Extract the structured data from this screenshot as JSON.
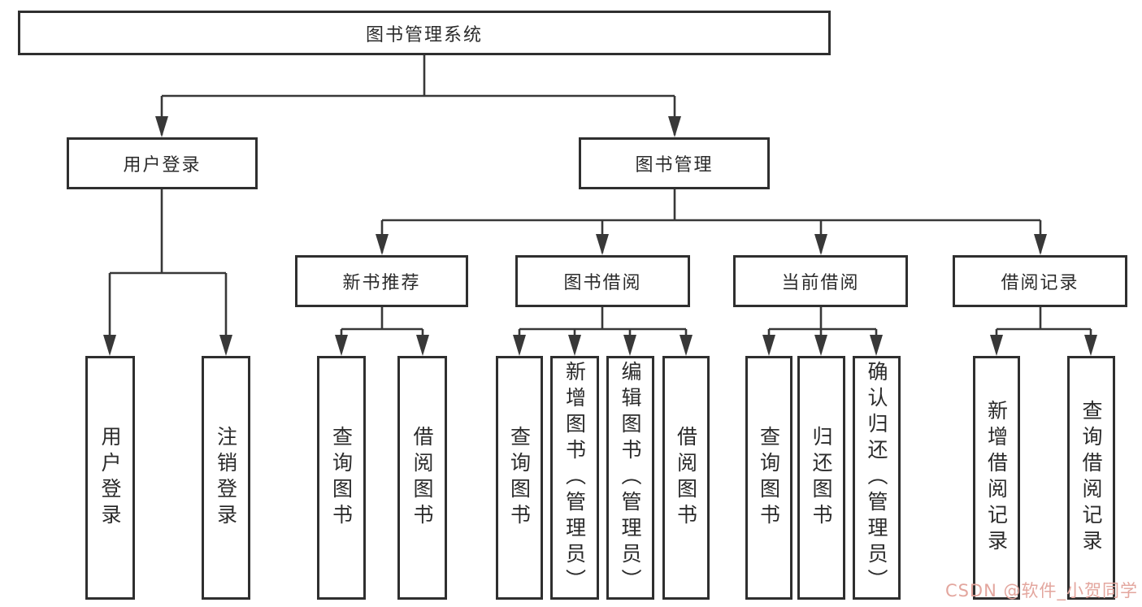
{
  "diagram": {
    "root": "图书管理系统",
    "children": [
      {
        "label": "用户登录",
        "children": [
          "用户登录",
          "注销登录"
        ]
      },
      {
        "label": "图书管理",
        "children": [
          {
            "label": "新书推荐",
            "children": [
              "查询图书",
              "借阅图书"
            ]
          },
          {
            "label": "图书借阅",
            "children": [
              "查询图书",
              "新增图书（管理员）",
              "编辑图书（管理员）",
              "借阅图书"
            ]
          },
          {
            "label": "当前借阅",
            "children": [
              "查询图书",
              "归还图书",
              "确认归还（管理员）"
            ]
          },
          {
            "label": "借阅记录",
            "children": [
              "新增借阅记录",
              "查询借阅记录"
            ]
          }
        ]
      }
    ]
  },
  "watermark": {
    "text": "CSDN @软件_小贺同学",
    "color": "#e3a69e"
  },
  "colors": {
    "line": "#383838",
    "box_border": "#2f2f2f",
    "text": "#2b2b2b",
    "background": "#ffffff"
  }
}
